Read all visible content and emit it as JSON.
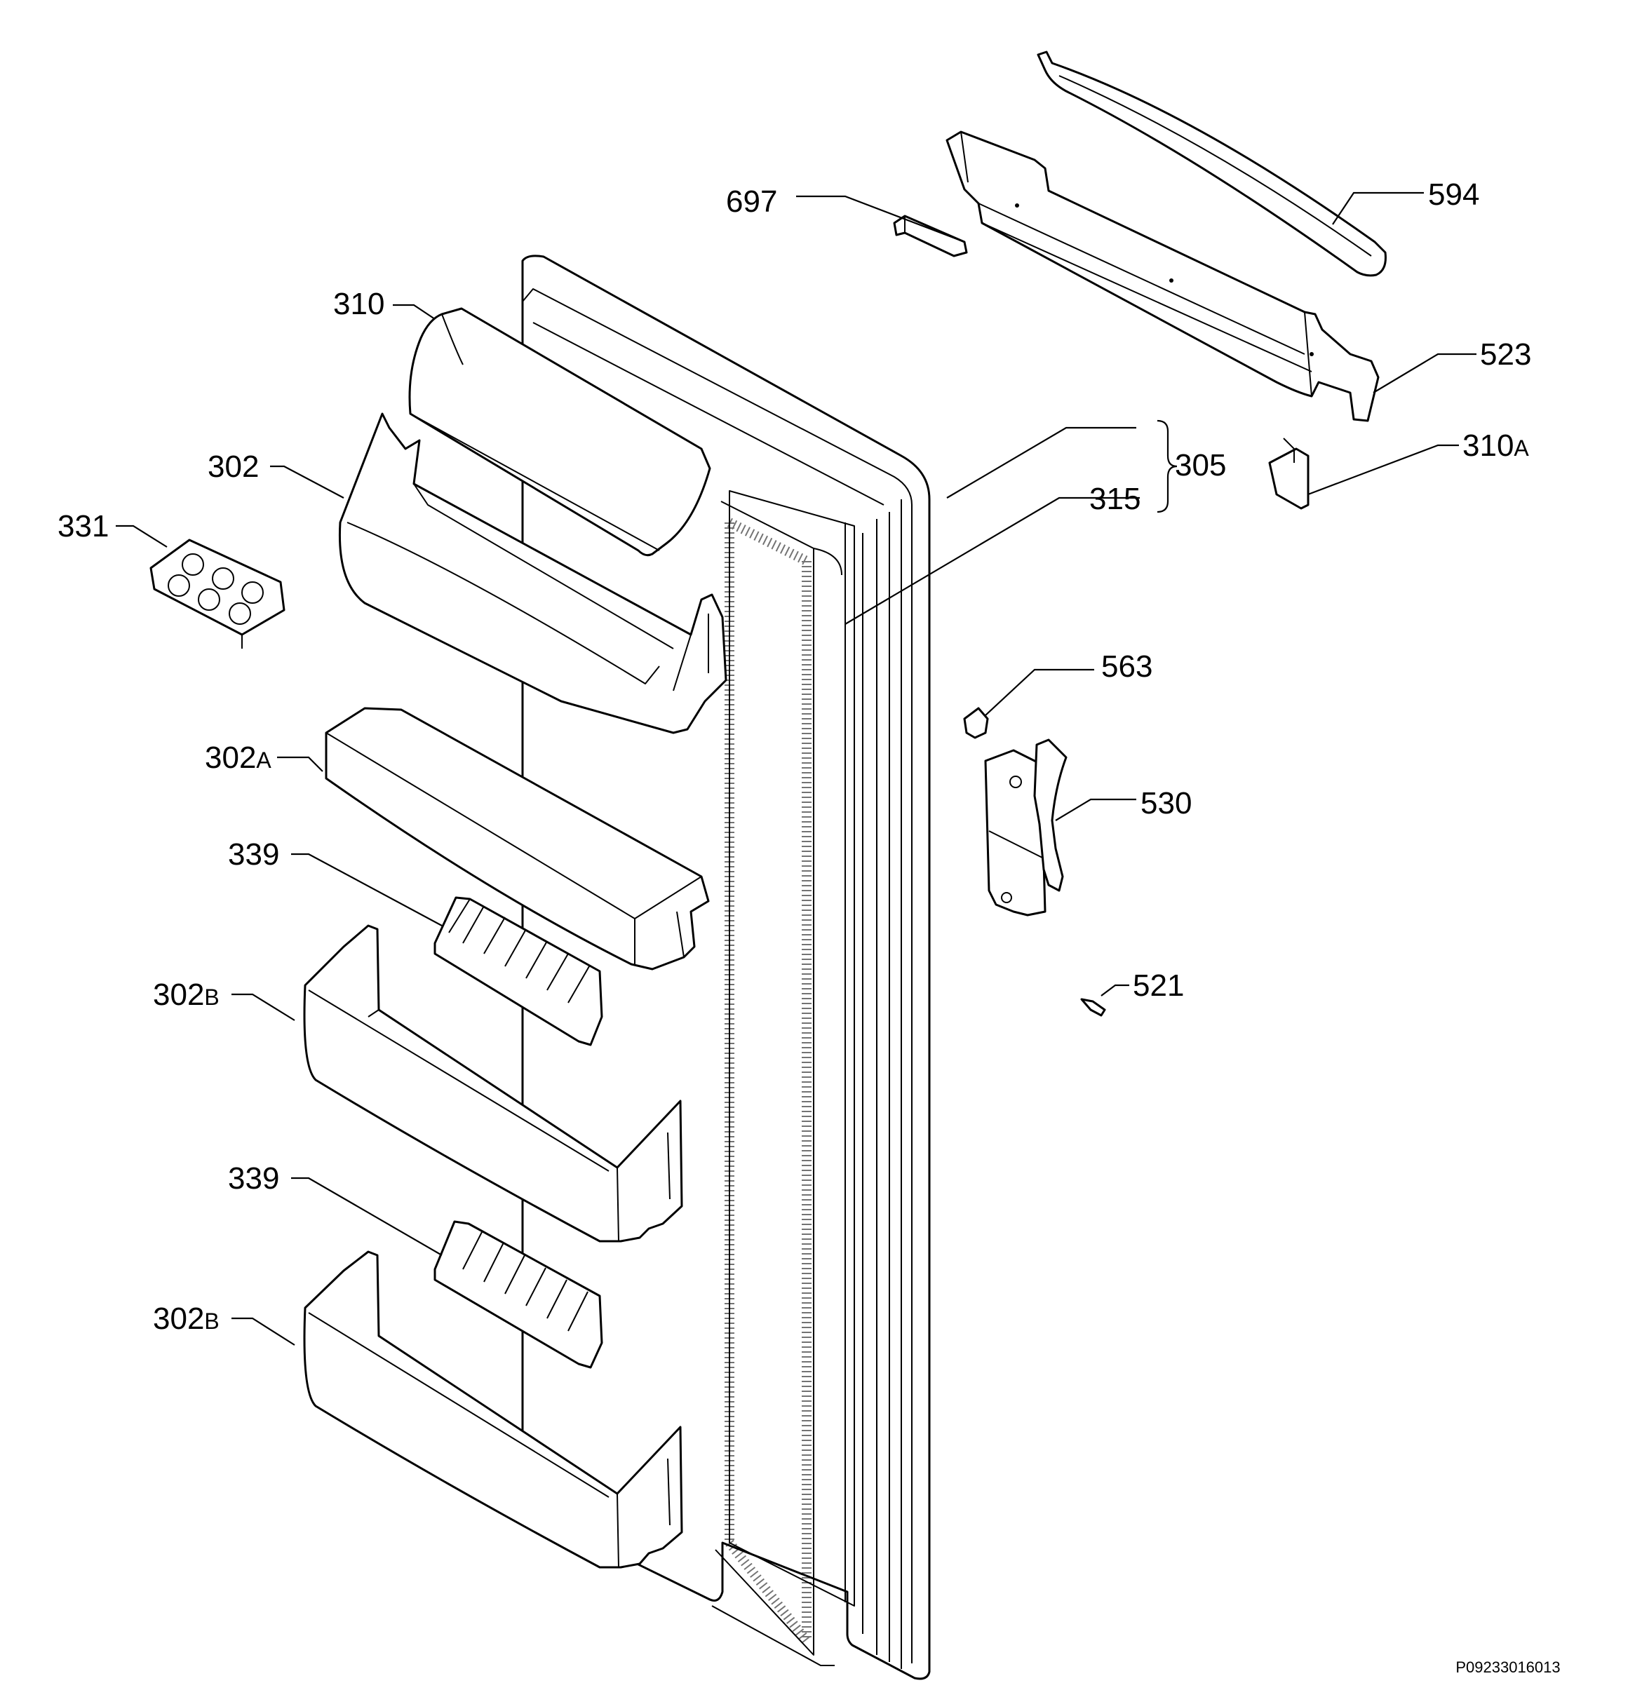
{
  "labels": {
    "p594": "594",
    "p697": "697",
    "p523": "523",
    "p310": "310",
    "p305": "305",
    "p302": "302",
    "p315": "315",
    "p310a": "310",
    "p310a_sub": "A",
    "p331": "331",
    "p563": "563",
    "p302a": "302",
    "p302a_sub": "A",
    "p530": "530",
    "p339_top": "339",
    "p521": "521",
    "p302b_top": "302",
    "p302b_top_sub": "B",
    "p339_bottom": "339",
    "p302b_bottom": "302",
    "p302b_bottom_sub": "B"
  },
  "reference_code": "P09233016013"
}
